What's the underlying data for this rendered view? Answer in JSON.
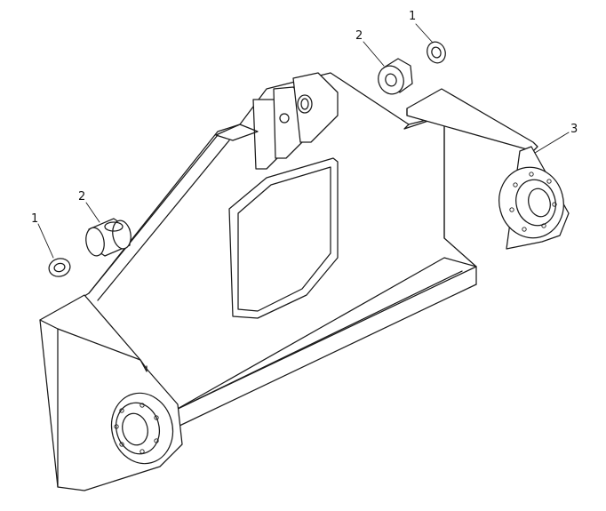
{
  "callouts": {
    "top_washer": "1",
    "top_bushing": "2",
    "right_end_plate": "3",
    "left_bushing": "2",
    "left_washer": "1"
  }
}
